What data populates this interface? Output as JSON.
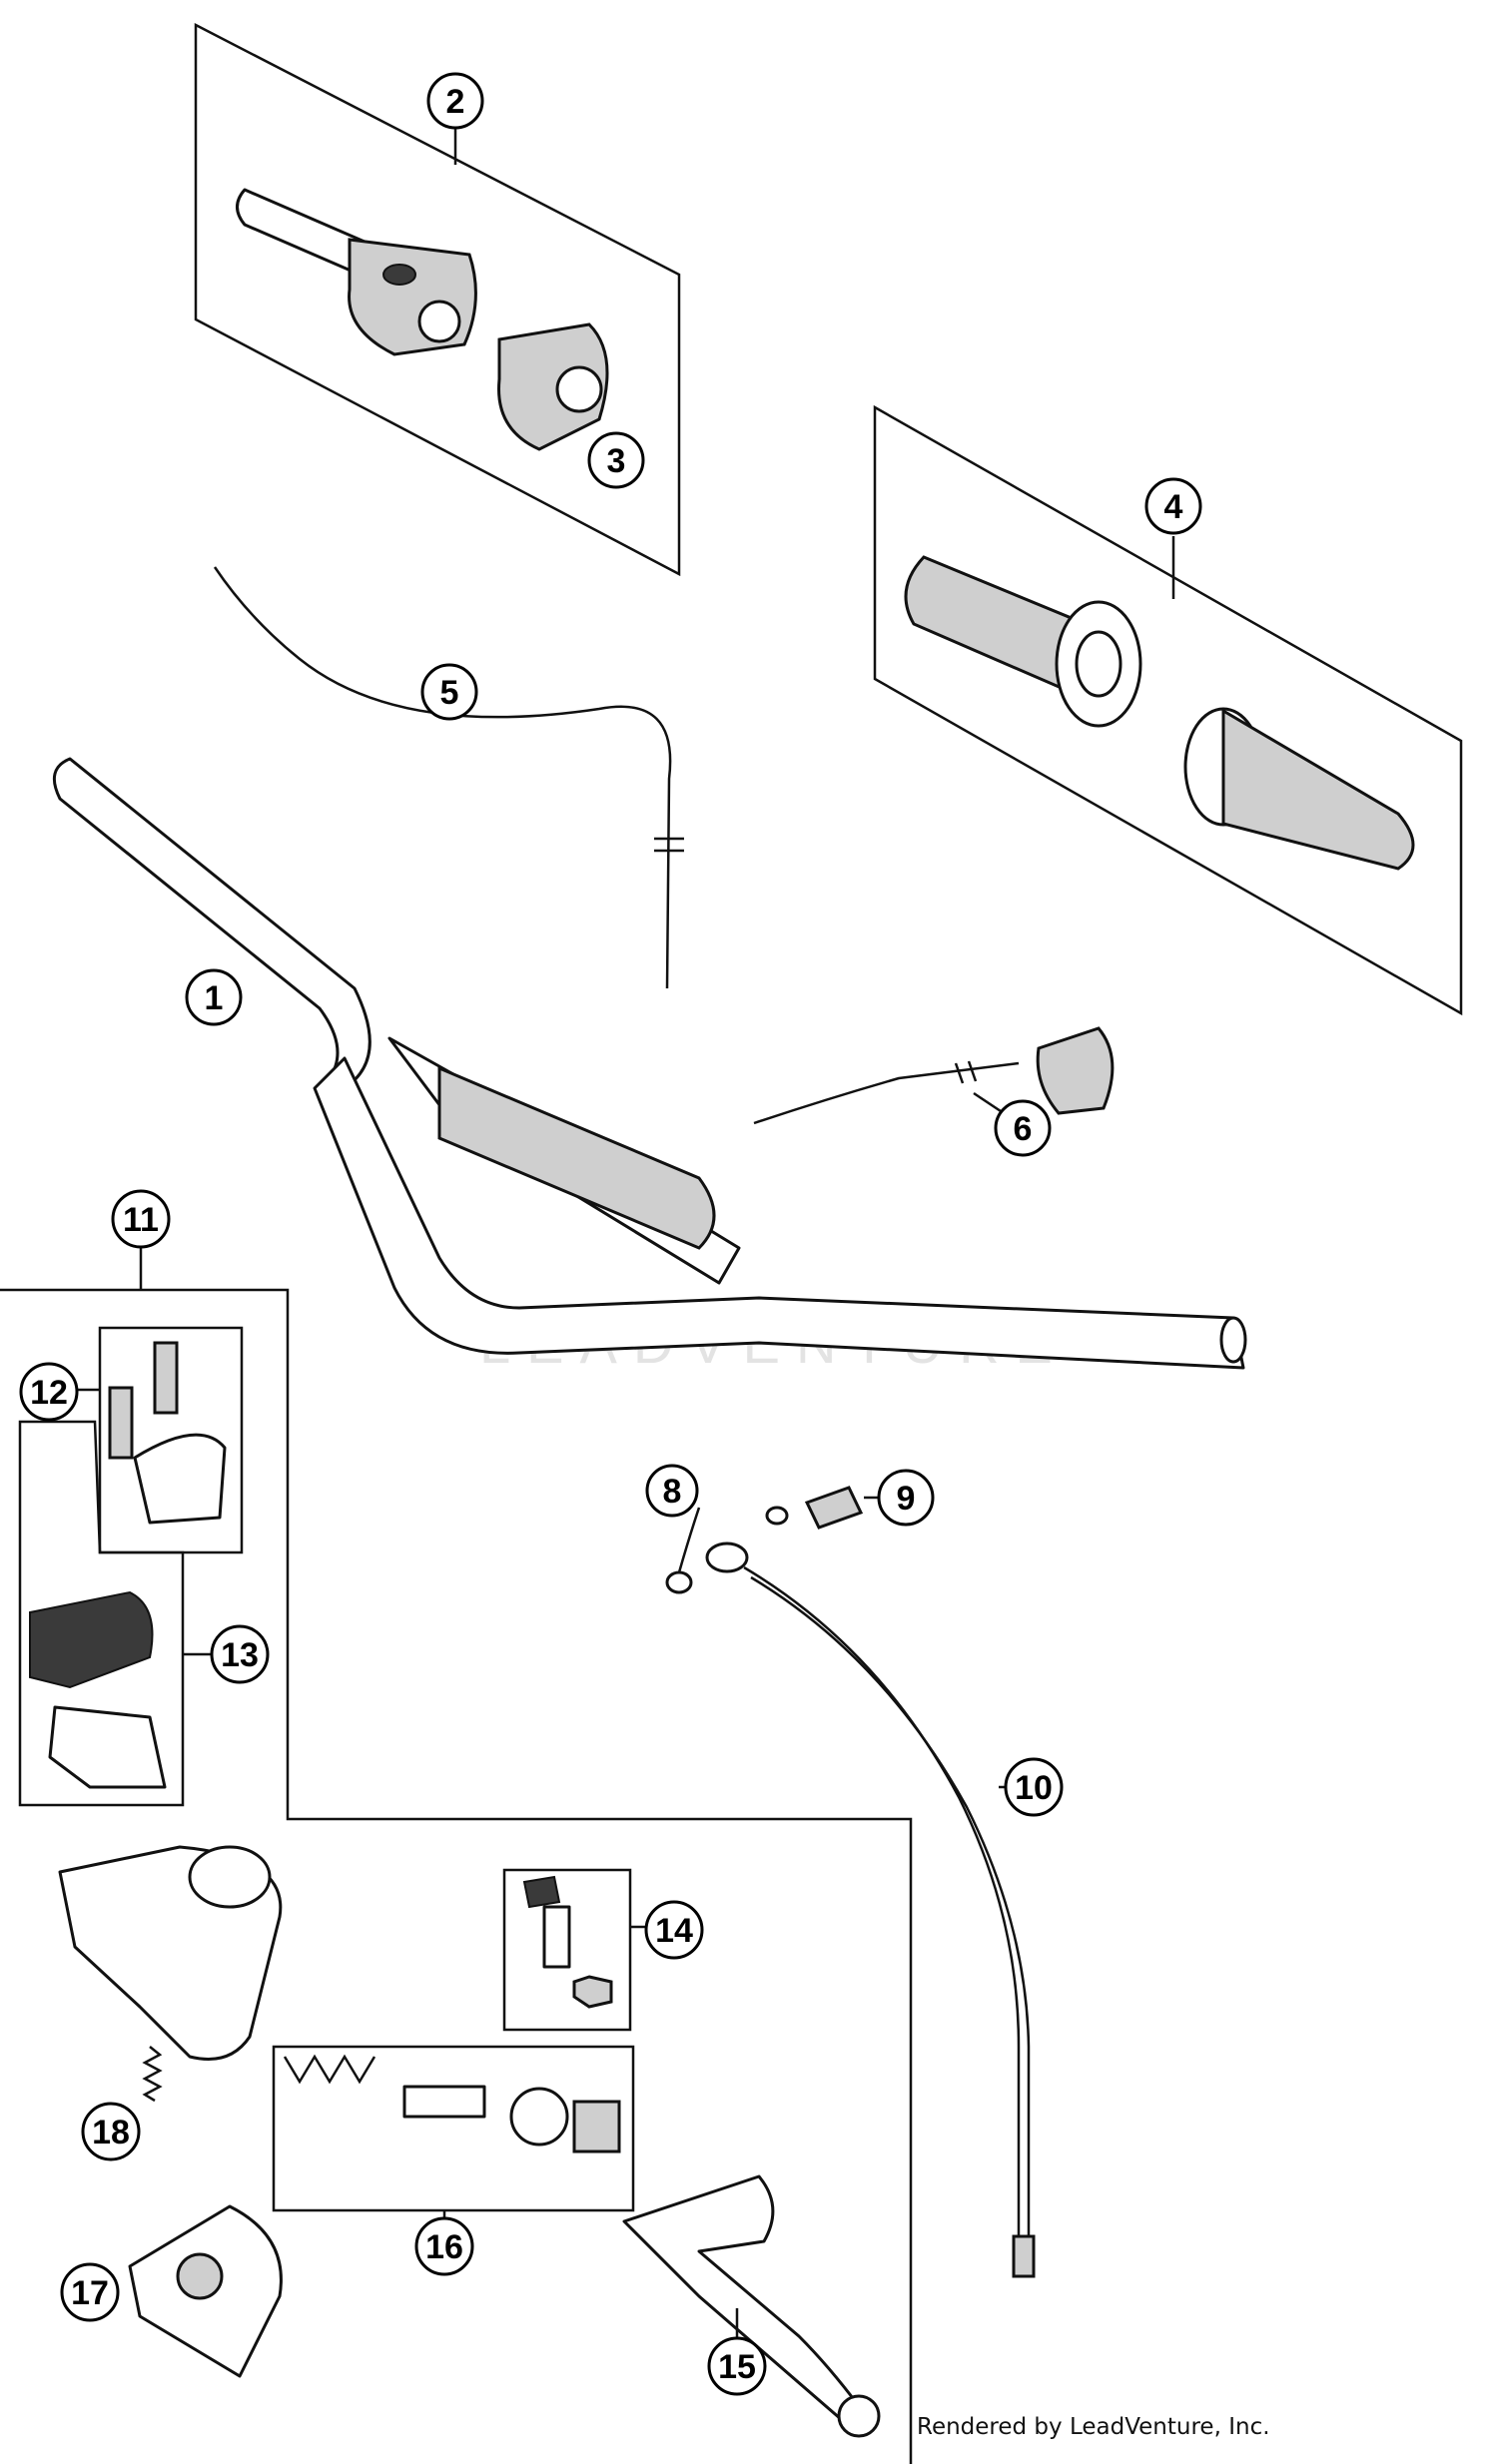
{
  "callouts": [
    "1",
    "2",
    "3",
    "4",
    "5",
    "6",
    "8",
    "9",
    "10",
    "11",
    "12",
    "13",
    "14",
    "15",
    "16",
    "17",
    "18"
  ],
  "watermark": "LEADVENTURE",
  "credit": "Rendered by LeadVenture, Inc."
}
